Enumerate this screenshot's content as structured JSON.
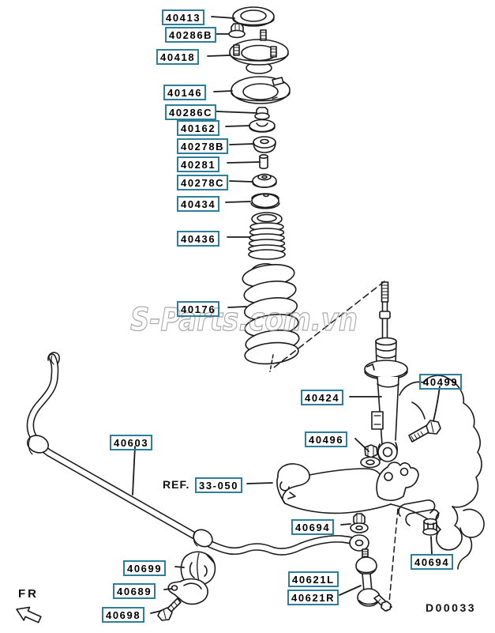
{
  "page": {
    "background": "#ffffff",
    "accent_color": "#2e7d99",
    "line_color": "#1a1a1a",
    "watermark": "S-Parts.com.vn",
    "diagram_code": "D00033",
    "fr_label": "FR",
    "ref_prefix": "REF."
  },
  "labels": {
    "n40413": "40413",
    "n40286B": "40286B",
    "n40418": "40418",
    "n40146": "40146",
    "n40286C": "40286C",
    "n40162": "40162",
    "n40278B": "40278B",
    "n40281": "40281",
    "n40278C": "40278C",
    "n40434": "40434",
    "n40436": "40436",
    "n40176": "40176",
    "n40424": "40424",
    "n40499": "40499",
    "n40496": "40496",
    "n40603": "40603",
    "ref33050": "33-050",
    "n40694": "40694",
    "n40621L": "40621L",
    "n40621R": "40621R",
    "n40699": "40699",
    "n40689": "40689",
    "n40698": "40698"
  }
}
